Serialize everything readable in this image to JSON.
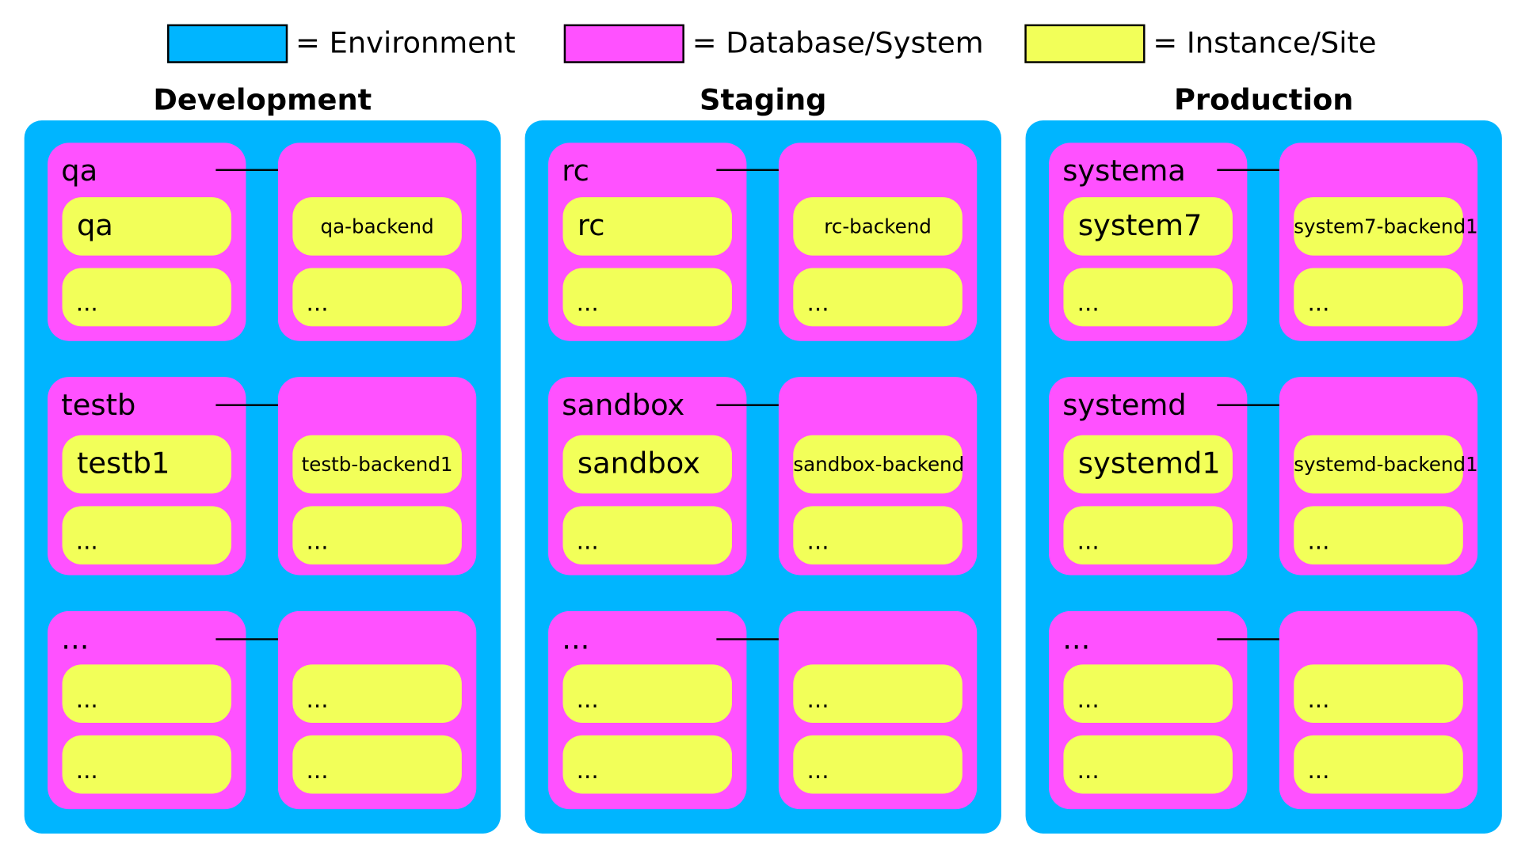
{
  "colors": {
    "environment": "#00b5ff",
    "system": "#ff51ff",
    "instance": "#f2ff59"
  },
  "legend": [
    {
      "label": "= Environment",
      "color": "#00b5ff"
    },
    {
      "label": "= Database/System",
      "color": "#ff51ff"
    },
    {
      "label": "= Instance/Site",
      "color": "#f2ff59"
    }
  ],
  "environments": [
    {
      "title": "Development",
      "rows": [
        {
          "primary": {
            "label": "qa",
            "instances": [
              {
                "text": "qa",
                "style": "big"
              },
              {
                "text": "...",
                "style": "dots"
              }
            ]
          },
          "backend": {
            "instances": [
              {
                "text": "qa-backend",
                "style": "small"
              },
              {
                "text": "...",
                "style": "dots"
              }
            ]
          }
        },
        {
          "primary": {
            "label": "testb",
            "instances": [
              {
                "text": "testb1",
                "style": "big"
              },
              {
                "text": "...",
                "style": "dots"
              }
            ]
          },
          "backend": {
            "instances": [
              {
                "text": "testb-backend1",
                "style": "small"
              },
              {
                "text": "...",
                "style": "dots"
              }
            ]
          }
        },
        {
          "primary": {
            "label": "...",
            "instances": [
              {
                "text": "...",
                "style": "dots"
              },
              {
                "text": "...",
                "style": "dots"
              }
            ]
          },
          "backend": {
            "instances": [
              {
                "text": "...",
                "style": "dots"
              },
              {
                "text": "...",
                "style": "dots"
              }
            ]
          }
        }
      ]
    },
    {
      "title": "Staging",
      "rows": [
        {
          "primary": {
            "label": "rc",
            "instances": [
              {
                "text": "rc",
                "style": "big"
              },
              {
                "text": "...",
                "style": "dots"
              }
            ]
          },
          "backend": {
            "instances": [
              {
                "text": "rc-backend",
                "style": "small"
              },
              {
                "text": "...",
                "style": "dots"
              }
            ]
          }
        },
        {
          "primary": {
            "label": "sandbox",
            "instances": [
              {
                "text": "sandbox",
                "style": "big"
              },
              {
                "text": "...",
                "style": "dots"
              }
            ]
          },
          "backend": {
            "instances": [
              {
                "text": "sandbox-backend",
                "style": "small"
              },
              {
                "text": "...",
                "style": "dots"
              }
            ]
          }
        },
        {
          "primary": {
            "label": "...",
            "instances": [
              {
                "text": "...",
                "style": "dots"
              },
              {
                "text": "...",
                "style": "dots"
              }
            ]
          },
          "backend": {
            "instances": [
              {
                "text": "...",
                "style": "dots"
              },
              {
                "text": "...",
                "style": "dots"
              }
            ]
          }
        }
      ]
    },
    {
      "title": "Production",
      "rows": [
        {
          "primary": {
            "label": "systema",
            "instances": [
              {
                "text": "system7",
                "style": "big"
              },
              {
                "text": "...",
                "style": "dots"
              }
            ]
          },
          "backend": {
            "instances": [
              {
                "text": "system7-backend1",
                "style": "small"
              },
              {
                "text": "...",
                "style": "dots"
              }
            ]
          }
        },
        {
          "primary": {
            "label": "systemd",
            "instances": [
              {
                "text": "systemd1",
                "style": "big"
              },
              {
                "text": "...",
                "style": "dots"
              }
            ]
          },
          "backend": {
            "instances": [
              {
                "text": "systemd-backend1",
                "style": "small"
              },
              {
                "text": "...",
                "style": "dots"
              }
            ]
          }
        },
        {
          "primary": {
            "label": "...",
            "instances": [
              {
                "text": "...",
                "style": "dots"
              },
              {
                "text": "...",
                "style": "dots"
              }
            ]
          },
          "backend": {
            "instances": [
              {
                "text": "...",
                "style": "dots"
              },
              {
                "text": "...",
                "style": "dots"
              }
            ]
          }
        }
      ]
    }
  ]
}
